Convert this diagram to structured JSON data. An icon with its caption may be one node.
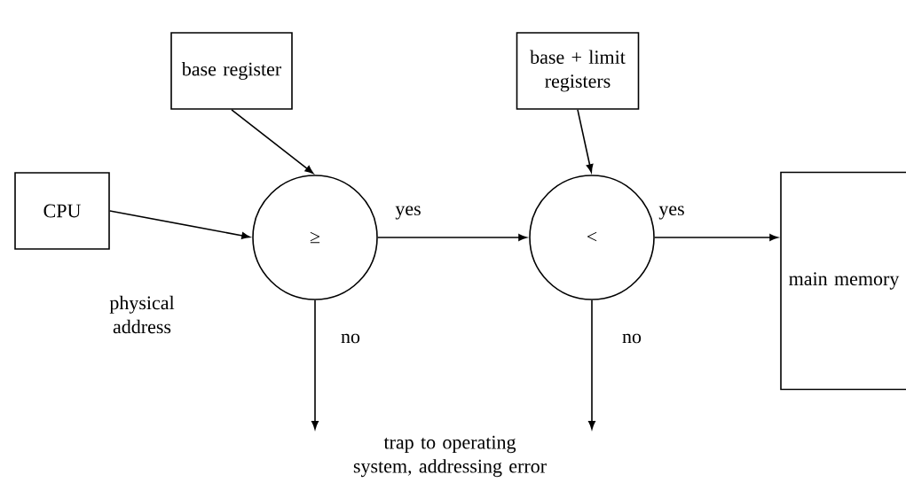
{
  "diagram": {
    "nodes": [
      {
        "text": [
          "CPU"
        ]
      },
      {
        "text": [
          "base register"
        ]
      },
      {
        "text": [
          "≥"
        ]
      },
      {
        "text": [
          "base + limit registers"
        ]
      },
      {
        "text": [
          "<"
        ]
      },
      {
        "text": [
          "main memory"
        ]
      },
      {
        "text": [
          "trap to operating system, addressing error"
        ]
      }
    ],
    "edges": [
      {
        "from": 0,
        "to": 2,
        "arrow": "to",
        "label": "physical address"
      },
      {
        "from": 1,
        "to": 2,
        "arrow": "to"
      },
      {
        "from": 2,
        "to": 4,
        "arrow": "to",
        "label": "yes"
      },
      {
        "from": 3,
        "to": 4,
        "arrow": "to"
      },
      {
        "from": 4,
        "to": 5,
        "arrow": "to",
        "label": "yes"
      },
      {
        "from": 2,
        "to": 6,
        "arrow": "to",
        "label": "no"
      },
      {
        "from": 4,
        "to": 6,
        "arrow": "to",
        "label": "no"
      }
    ]
  }
}
